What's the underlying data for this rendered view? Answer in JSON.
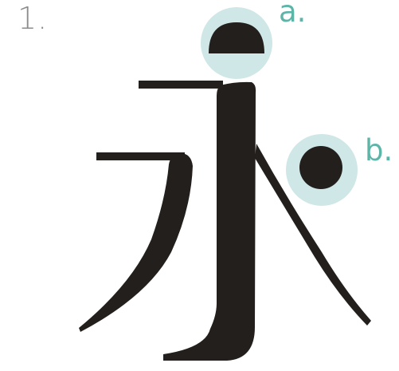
{
  "figure_number": "1.",
  "callouts": [
    {
      "id": "a",
      "label": "a."
    },
    {
      "id": "b",
      "label": "b."
    }
  ],
  "colors": {
    "ink": "#231f1c",
    "highlight_circle": "#cfe7e6",
    "label_color": "#5db5a8",
    "number_color": "#8c8c8c"
  }
}
